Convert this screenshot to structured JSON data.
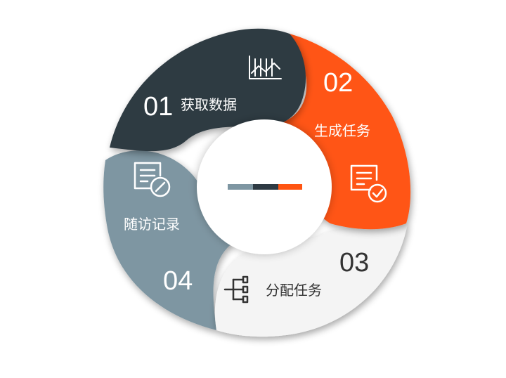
{
  "steps": [
    {
      "number": "01",
      "label": "获取数据",
      "icon": "line-chart-icon"
    },
    {
      "number": "02",
      "label": "生成任务",
      "icon": "document-check-icon"
    },
    {
      "number": "03",
      "label": "分配任务",
      "icon": "hierarchy-icon"
    },
    {
      "number": "04",
      "label": "随访记录",
      "icon": "document-edit-icon"
    }
  ],
  "colors": {
    "step1": "#2e3a43",
    "step2": "#ff5512",
    "step3": "#f4f4f4",
    "step4": "#7e96a2",
    "text_dark": "#333333",
    "text_light": "#ffffff"
  }
}
